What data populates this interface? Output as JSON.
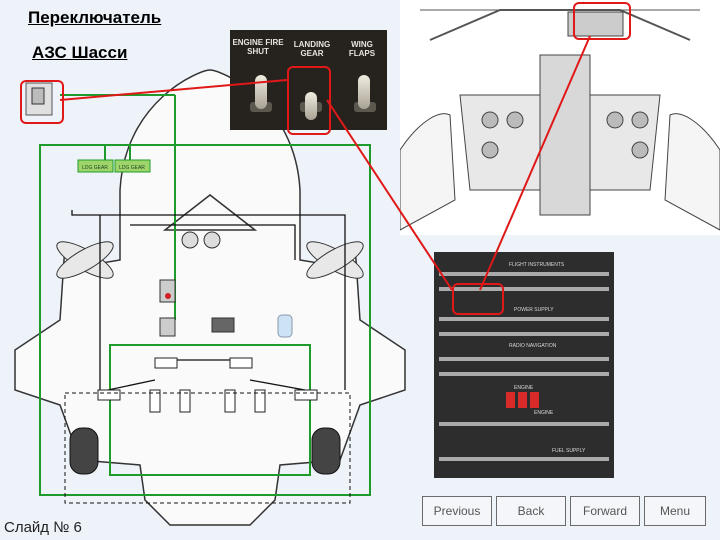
{
  "slide": {
    "title_line1": "Переключатель",
    "title_line2": "АЗС Шасси",
    "number_label": "Слайд № 6"
  },
  "photo_switch_panel": {
    "labels": [
      "ENGINE FIRE\nSHUT",
      "LANDING\nGEAR",
      "WING\nFLAPS"
    ]
  },
  "overhead_panel": {
    "labels": [
      "FLIGHT INSTRUMENTS",
      "POWER SUPPLY",
      "RADIO NAVIGATION",
      "ENGINE",
      "ENGINE",
      "FUEL SUPPLY"
    ]
  },
  "scheme": {
    "breaker_labels": [
      "LDG GEAR",
      "LDG GEAR"
    ]
  },
  "navigation": {
    "previous": "Previous",
    "back": "Back",
    "forward": "Forward",
    "menu": "Menu"
  },
  "colors": {
    "wire_green": "#1e9b2a",
    "highlight_red": "#e01818",
    "aircraft_outline": "#333333"
  }
}
